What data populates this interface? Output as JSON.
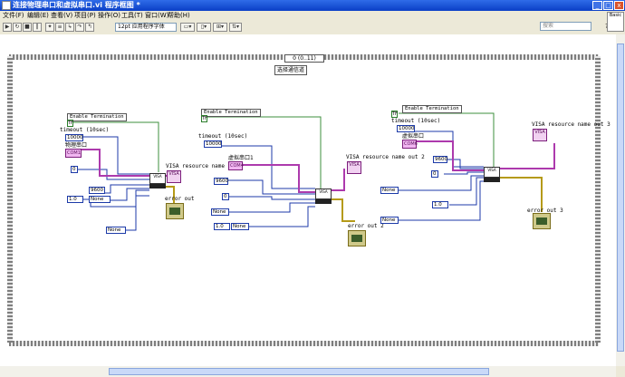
{
  "window": {
    "title": "连接物理串口和虚拟串口.vi 程序框图 *"
  },
  "menu": [
    "文件(F)",
    "编辑(E)",
    "查看(V)",
    "项目(P)",
    "操作(O)",
    "工具(T)",
    "窗口(W)",
    "帮助(H)"
  ],
  "toolbar": {
    "font": "12pt 应用程序字体",
    "search_placeholder": "搜索"
  },
  "context_help": "Basic",
  "case": {
    "selector": "0 (0..11)",
    "label": "选择通信道"
  },
  "groups": [
    {
      "enable_termination": "Enable Termination",
      "term_bool": "TF",
      "timeout_label": "timeout (10sec)",
      "timeout_value": "10000",
      "port_label": "物理串口",
      "port_value": "COM1",
      "const_zero": "0",
      "baud": "9600",
      "enum1": "None",
      "enum2": "None",
      "const_10": "1.0",
      "visa_out_label": "VISA resource name out",
      "error_out_label": "error out"
    },
    {
      "enable_termination": "Enable Termination",
      "term_bool": "TF",
      "timeout_label": "timeout (10sec)",
      "timeout_value": "10000",
      "port_label": "虚拟串口1",
      "port_value": "COM4",
      "const_zero": "0",
      "baud": "9600",
      "enum1": "None",
      "enum2": "None",
      "const_10": "1.0",
      "visa_out_label": "VISA resource name out 2",
      "error_out_label": "error out 2"
    },
    {
      "enable_termination": "Enable Termination",
      "term_bool": "TF",
      "timeout_label": "timeout (10sec)",
      "timeout_value": "10000",
      "port_label": "虚拟串口",
      "port_value": "COM6",
      "const_zero": "0",
      "baud": "9600",
      "enum1": "None",
      "enum2": "None",
      "const_10": "1.0",
      "visa_out_label": "VISA resource name out 3",
      "error_out_label": "error out 3"
    }
  ]
}
